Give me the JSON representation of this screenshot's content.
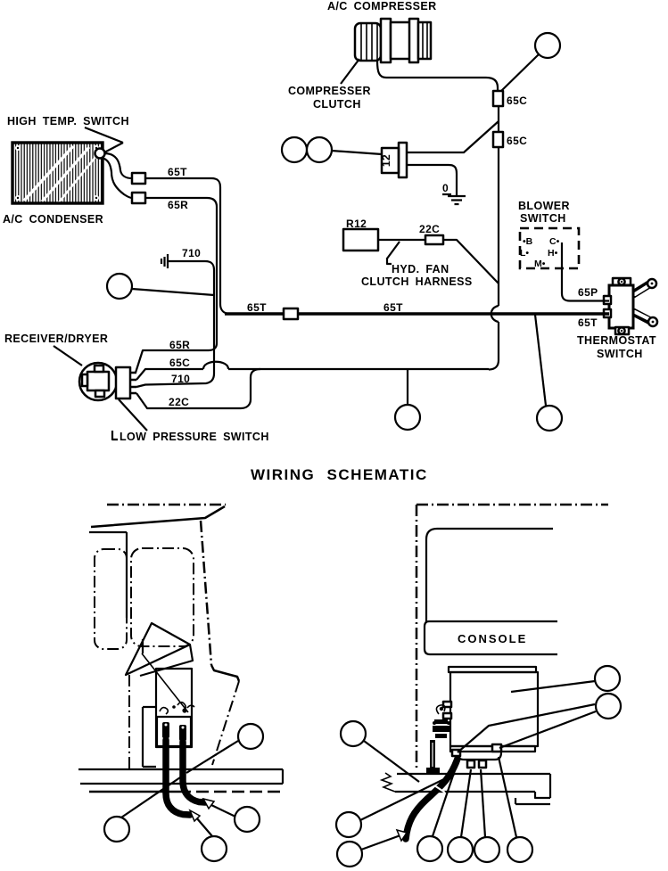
{
  "schematic": {
    "title": "WIRING SCHEMATIC",
    "compresser": "A/C COMPRESSER",
    "clutch1": "COMPRESSER",
    "clutch2": "CLUTCH",
    "hightemp": "HIGH TEMP. SWITCH",
    "condenser": "A/C CONDENSER",
    "receiver": "RECEIVER/DRYER",
    "lowpressure": "LOW PRESSURE SWITCH",
    "blower1": "BLOWER",
    "blower2": "SWITCH",
    "thermo1": "THERMOSTAT",
    "thermo2": "SWITCH",
    "hyd1": "HYD. FAN",
    "hyd2": "CLUTCH HARNESS",
    "r12": "R12",
    "conn12": "12",
    "zero": "0",
    "blower_terminals": {
      "b": "•B",
      "c": "C•",
      "l": "L•",
      "h": "H•",
      "m": "M•"
    },
    "wire_labels": {
      "w65t_cond": "65T",
      "w65r_cond": "65R",
      "w65c_1": "65C",
      "w65c_2": "65C",
      "w710_gnd": "710",
      "w22c_top": "22C",
      "w65t_main1": "65T",
      "w65t_main2": "65T",
      "w65r_recv": "65R",
      "w65c_recv": "65C",
      "w710_recv": "710",
      "w22c_recv": "22C",
      "w65p": "65P",
      "w65t_thermo": "65T"
    }
  },
  "illustrations": {
    "console": "CONSOLE"
  },
  "colors": {
    "ink": "#000000",
    "paper": "#ffffff"
  }
}
